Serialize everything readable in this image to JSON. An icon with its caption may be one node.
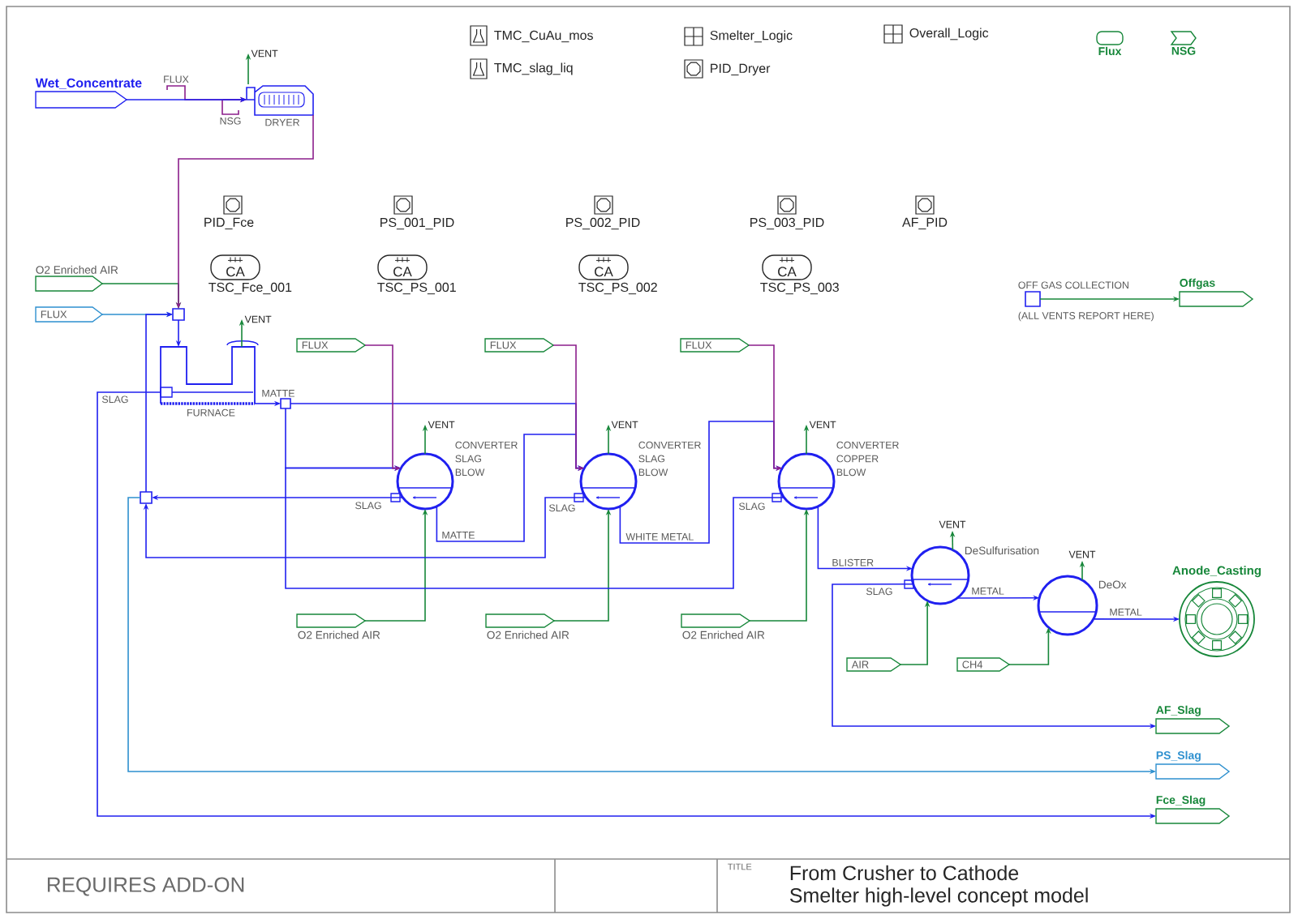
{
  "diagram": {
    "title": "From Crusher to Cathode",
    "nodes": [
      {
        "text": [
          "Wet_Concentrate"
        ]
      },
      {
        "text": [
          "FLUX"
        ]
      },
      {
        "text": [
          "NSG"
        ]
      },
      {
        "text": [
          "DRYER"
        ]
      },
      {
        "text": [
          "VENT"
        ]
      },
      {
        "text": [
          "O2 Enriched AIR"
        ]
      },
      {
        "text": [
          "FLUX"
        ]
      },
      {
        "text": [],
        "shape": "box"
      },
      {
        "text": [
          "FURNACE"
        ]
      },
      {
        "text": [
          "VENT"
        ]
      },
      {
        "text": [],
        "shape": "box"
      },
      {
        "text": [],
        "shape": "box"
      },
      {
        "text": [
          "FLUX"
        ]
      },
      {
        "text": [
          "CONVERTER SLAG BLOW"
        ]
      },
      {
        "text": [
          "VENT"
        ]
      },
      {
        "text": [
          "O2 Enriched AIR"
        ]
      },
      {
        "text": [
          "FLUX"
        ]
      },
      {
        "text": [
          "CONVERTER SLAG BLOW"
        ]
      },
      {
        "text": [
          "VENT"
        ]
      },
      {
        "text": [
          "O2 Enriched AIR"
        ]
      },
      {
        "text": [
          "FLUX"
        ]
      },
      {
        "text": [
          "CONVERTER COPPER BLOW"
        ]
      },
      {
        "text": [
          "VENT"
        ]
      },
      {
        "text": [
          "O2 Enriched AIR"
        ]
      },
      {
        "text": [
          "DeSulfurisation"
        ]
      },
      {
        "text": [
          "VENT"
        ]
      },
      {
        "text": [
          "AIR"
        ]
      },
      {
        "text": [
          "DeOx"
        ]
      },
      {
        "text": [
          "VENT"
        ]
      },
      {
        "text": [
          "CH4"
        ]
      },
      {
        "text": [
          "Anode_Casting"
        ]
      },
      {
        "text": [
          "AF_Slag"
        ]
      },
      {
        "text": [
          "PS_Slag"
        ]
      },
      {
        "text": [
          "Fce_Slag"
        ]
      },
      {
        "text": [],
        "shape": "box",
        "beside": [
          "OFF GAS COLLECTION",
          "(ALL VENTS REPORT HERE)"
        ]
      },
      {
        "text": [
          "Offgas"
        ]
      },
      {
        "text": [
          "CA"
        ],
        "beside": [
          "TSC_Fce_001"
        ]
      },
      {
        "text": [
          "CA"
        ],
        "beside": [
          "TSC_PS_001"
        ]
      },
      {
        "text": [
          "CA"
        ],
        "beside": [
          "TSC_PS_002"
        ]
      },
      {
        "text": [
          "CA"
        ],
        "beside": [
          "TSC_PS_003"
        ]
      }
    ],
    "edges": [
      {
        "from": 0,
        "to": 3,
        "arrow": "to"
      },
      {
        "from": 1,
        "to": 3,
        "arrow": "to",
        "color": "#8c1f8c"
      },
      {
        "from": 2,
        "to": 3,
        "arrow": "to",
        "color": "#8c1f8c"
      },
      {
        "from": 3,
        "to": 4,
        "arrow": "to",
        "color": "#17873a"
      },
      {
        "from": 3,
        "to": 7,
        "arrow": "to",
        "color": "#8c1f8c"
      },
      {
        "from": 5,
        "to": 7,
        "arrow": "to",
        "color": "#17873a"
      },
      {
        "from": 6,
        "to": 7,
        "arrow": "to",
        "color": "#2e90cf"
      },
      {
        "from": 11,
        "to": 7,
        "arrow": "to"
      },
      {
        "from": 7,
        "to": 8,
        "arrow": "to"
      },
      {
        "from": 8,
        "to": 9,
        "arrow": "to",
        "color": "#17873a"
      },
      {
        "from": 8,
        "to": 10,
        "label": "MATTE",
        "arrow": "to"
      },
      {
        "from": 8,
        "to": 33,
        "label": "SLAG",
        "arrow": "to"
      },
      {
        "from": 10,
        "to": 17,
        "arrow": "to"
      },
      {
        "from": 10,
        "to": 13,
        "arrow": "to"
      },
      {
        "from": 12,
        "to": 13,
        "arrow": "to",
        "color": "#8c1f8c"
      },
      {
        "from": 13,
        "to": 14,
        "arrow": "to",
        "color": "#17873a"
      },
      {
        "from": 15,
        "to": 13,
        "arrow": "to",
        "color": "#17873a"
      },
      {
        "from": 13,
        "to": 17,
        "label": "MATTE",
        "arrow": "to"
      },
      {
        "from": 13,
        "to": 11,
        "label": "SLAG",
        "arrow": "to"
      },
      {
        "from": 11,
        "to": 32,
        "arrow": "to",
        "color": "#2e90cf"
      },
      {
        "from": 16,
        "to": 17,
        "arrow": "to",
        "color": "#8c1f8c"
      },
      {
        "from": 17,
        "to": 18,
        "arrow": "to",
        "color": "#17873a"
      },
      {
        "from": 19,
        "to": 17,
        "arrow": "to",
        "color": "#17873a"
      },
      {
        "from": 17,
        "to": 21,
        "label": "WHITE METAL",
        "arrow": "to"
      },
      {
        "from": 17,
        "to": 11,
        "label": "SLAG",
        "arrow": "to"
      },
      {
        "from": 20,
        "to": 21,
        "arrow": "to",
        "color": "#8c1f8c"
      },
      {
        "from": 21,
        "to": 22,
        "arrow": "to",
        "color": "#17873a"
      },
      {
        "from": 23,
        "to": 21,
        "arrow": "to",
        "color": "#17873a"
      },
      {
        "from": 21,
        "to": 24,
        "label": "BLISTER",
        "arrow": "to"
      },
      {
        "from": 21,
        "to": 13,
        "label": "SLAG",
        "arrow": "to"
      },
      {
        "from": 24,
        "to": 25,
        "arrow": "to",
        "color": "#17873a"
      },
      {
        "from": 26,
        "to": 24,
        "arrow": "to",
        "color": "#17873a"
      },
      {
        "from": 24,
        "to": 27,
        "label": "METAL",
        "arrow": "to"
      },
      {
        "from": 24,
        "to": 31,
        "label": "SLAG",
        "arrow": "to"
      },
      {
        "from": 27,
        "to": 28,
        "arrow": "to",
        "color": "#17873a"
      },
      {
        "from": 29,
        "to": 27,
        "arrow": "to",
        "color": "#17873a"
      },
      {
        "from": 27,
        "to": 30,
        "label": "METAL",
        "arrow": "to"
      },
      {
        "from": 34,
        "to": 35,
        "arrow": "to",
        "color": "#17873a"
      }
    ],
    "labels": [
      "TMC_CuAu_mos",
      "Smelter_Logic",
      "Overall_Logic",
      "Flux",
      "NSG",
      "TMC_slag_liq",
      "PID_Dryer",
      "PID_Fce",
      "PS_001_PID",
      "PS_002_PID",
      "PS_003_PID",
      "AF_PID",
      "REQUIRES ADD-ON",
      "TITLE",
      "Smelter high-level concept model"
    ]
  }
}
